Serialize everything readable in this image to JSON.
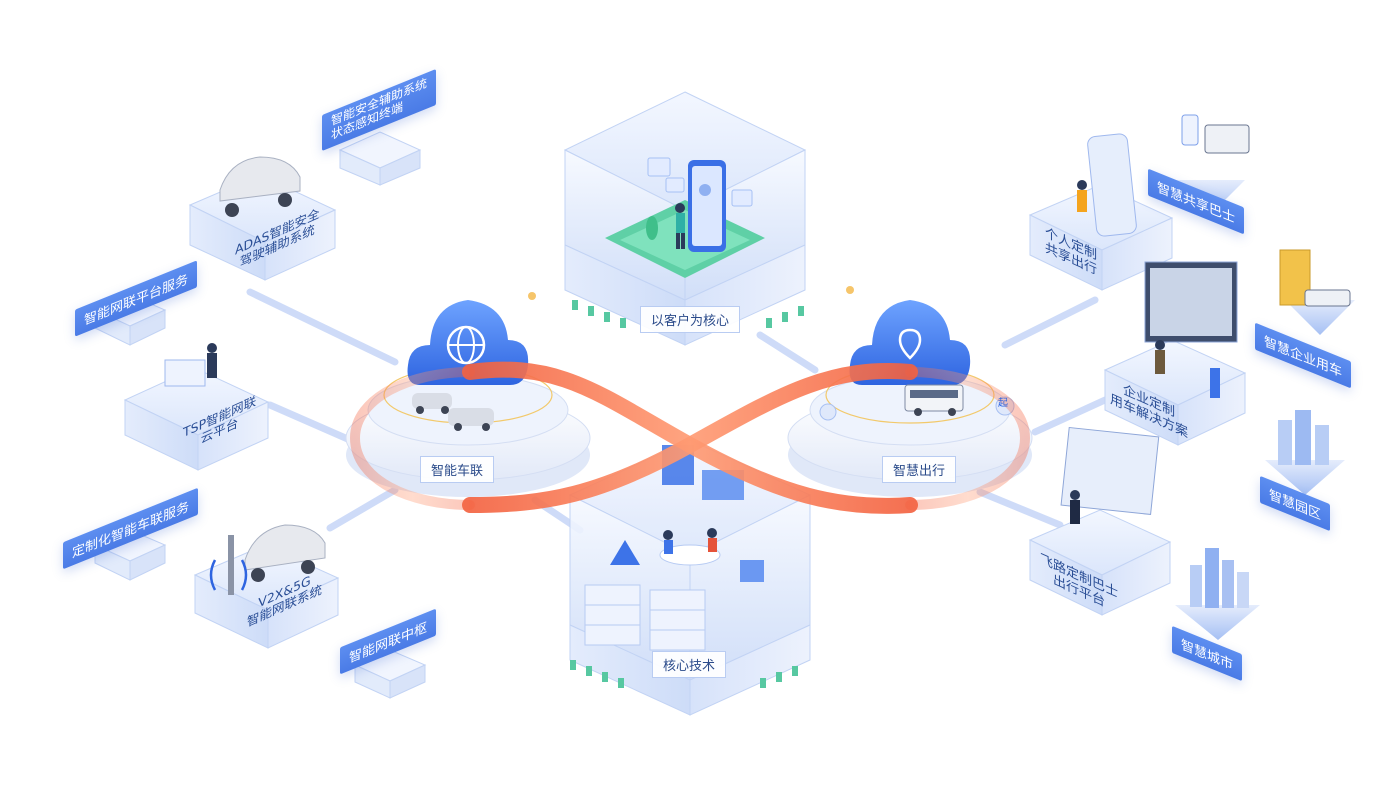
{
  "colors": {
    "accent": "#4a7be6",
    "loop": "#f06a48",
    "panel_light": "#e9f0fd",
    "text_dark": "#1c3f86"
  },
  "center": {
    "top_label": "以客户为核心",
    "left_label": "智能车联",
    "right_label": "智慧出行",
    "bottom_label": "核心技术"
  },
  "left_items": {
    "adas_sensor": [
      "智能安全辅助系统",
      "状态感知终端"
    ],
    "adas": [
      "ADAS智能安全",
      "驾驶辅助系统"
    ],
    "net_service": "智能网联平台服务",
    "tsp": [
      "TSP智能网联",
      "云平台"
    ],
    "custom_service": "定制化智能车联服务",
    "v2x": [
      "V2X&5G",
      "智能网联系统"
    ],
    "hub": "智能网联中枢"
  },
  "right_items": {
    "shared_bus": "智慧共享巴士",
    "personal": [
      "个人定制",
      "共享出行"
    ],
    "enterprise_car": "智慧企业用车",
    "enterprise_solution": [
      "企业定制",
      "用车解决方案"
    ],
    "park": "智慧园区",
    "flyroad": [
      "飞路定制巴士",
      "出行平台"
    ],
    "city": "智慧城市"
  },
  "icons": {
    "right_pin": "起"
  }
}
